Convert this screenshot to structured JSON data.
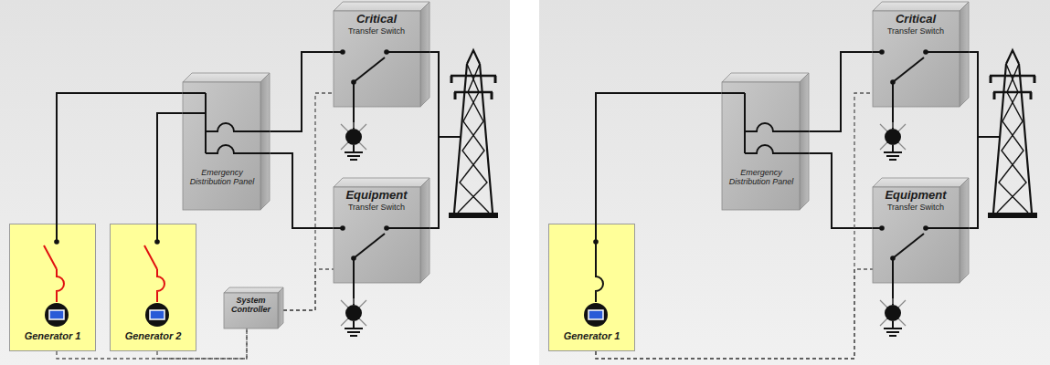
{
  "diagram": {
    "nodes": [
      {
        "text": [
          "Critical",
          "Transfer Switch"
        ]
      },
      {
        "text": [
          "Emergency Distribution Panel"
        ]
      },
      {
        "text": [
          "Equipment",
          "Transfer Switch"
        ]
      },
      {
        "text": [
          "Generator 1"
        ]
      },
      {
        "text": [
          "Generator 2"
        ]
      },
      {
        "text": [
          "System Controller"
        ]
      },
      {
        "text": [
          "Critical",
          "Transfer Switch"
        ]
      },
      {
        "text": [
          "Emergency Distribution Panel"
        ]
      },
      {
        "text": [
          "Equipment",
          "Transfer Switch"
        ]
      },
      {
        "text": [
          "Generator 1"
        ]
      }
    ],
    "edges": [
      {
        "from": 3,
        "to": 1,
        "arrow": "none"
      },
      {
        "from": 4,
        "to": 1,
        "arrow": "none"
      },
      {
        "from": 1,
        "to": 0,
        "arrow": "none"
      },
      {
        "from": 1,
        "to": 2,
        "arrow": "none"
      },
      {
        "from": 3,
        "to": 5,
        "arrow": "none"
      },
      {
        "from": 4,
        "to": 5,
        "arrow": "none"
      },
      {
        "from": 5,
        "to": 0,
        "arrow": "none"
      },
      {
        "from": 5,
        "to": 2,
        "arrow": "none"
      },
      {
        "from": 9,
        "to": 7,
        "arrow": "none"
      },
      {
        "from": 7,
        "to": 6,
        "arrow": "none"
      },
      {
        "from": 7,
        "to": 8,
        "arrow": "none"
      },
      {
        "from": 9,
        "to": 6,
        "arrow": "none"
      },
      {
        "from": 9,
        "to": 8,
        "arrow": "none"
      }
    ]
  }
}
